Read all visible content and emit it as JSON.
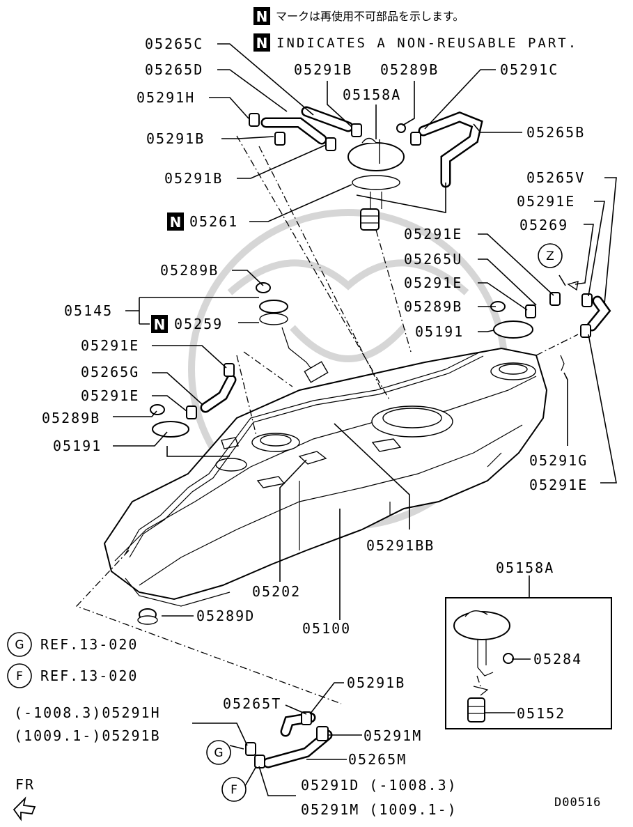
{
  "notice": {
    "badge": "N",
    "jp": "マークは再使用不可部品を示します。",
    "en": "INDICATES A NON-REUSABLE PART."
  },
  "labels": {
    "p05265C": "05265C",
    "p05265D": "05265D",
    "p05291B_top": "05291B",
    "p05289B_top": "05289B",
    "p05291C": "05291C",
    "p05158A_top": "05158A",
    "p05291H": "05291H",
    "p05291B_a": "05291B",
    "p05265B": "05265B",
    "p05291B_b": "05291B",
    "p05265V": "05265V",
    "p05291E_r1": "05291E",
    "p05261": "05261",
    "p05269": "05269",
    "p05291E_r2": "05291E",
    "p05265U": "05265U",
    "p05291E_r3": "05291E",
    "p05289B_r": "05289B",
    "p05191_r": "05191",
    "p05289B_l": "05289B",
    "p05145": "05145",
    "p05259": "05259",
    "p05291E_l1": "05291E",
    "p05265G": "05265G",
    "p05291E_l2": "05291E",
    "p05289B_l2": "05289B",
    "p05191_l": "05191",
    "p05291G": "05291G",
    "p05291E_r4": "05291E",
    "p05291BB": "05291BB",
    "p05158A_box": "05158A",
    "p05202": "05202",
    "p05289D": "05289D",
    "p05100": "05100",
    "p05284": "05284",
    "p05152": "05152",
    "ref_g": "REF.13-020",
    "ref_f": "REF.13-020",
    "p05291B_bot": "05291B",
    "p05265T": "05265T",
    "p05291H_bot": "(-1008.3)05291H",
    "p05291B_bot2": "(1009.1-)05291B",
    "p05291M": "05291M",
    "p05265M": "05265M",
    "p05291D": "05291D (-1008.3)",
    "p05291M_b": "05291M (1009.1-)",
    "fr": "FR",
    "figure_code": "D00516"
  },
  "circles": {
    "z": "Z",
    "g": "G",
    "f": "F"
  }
}
